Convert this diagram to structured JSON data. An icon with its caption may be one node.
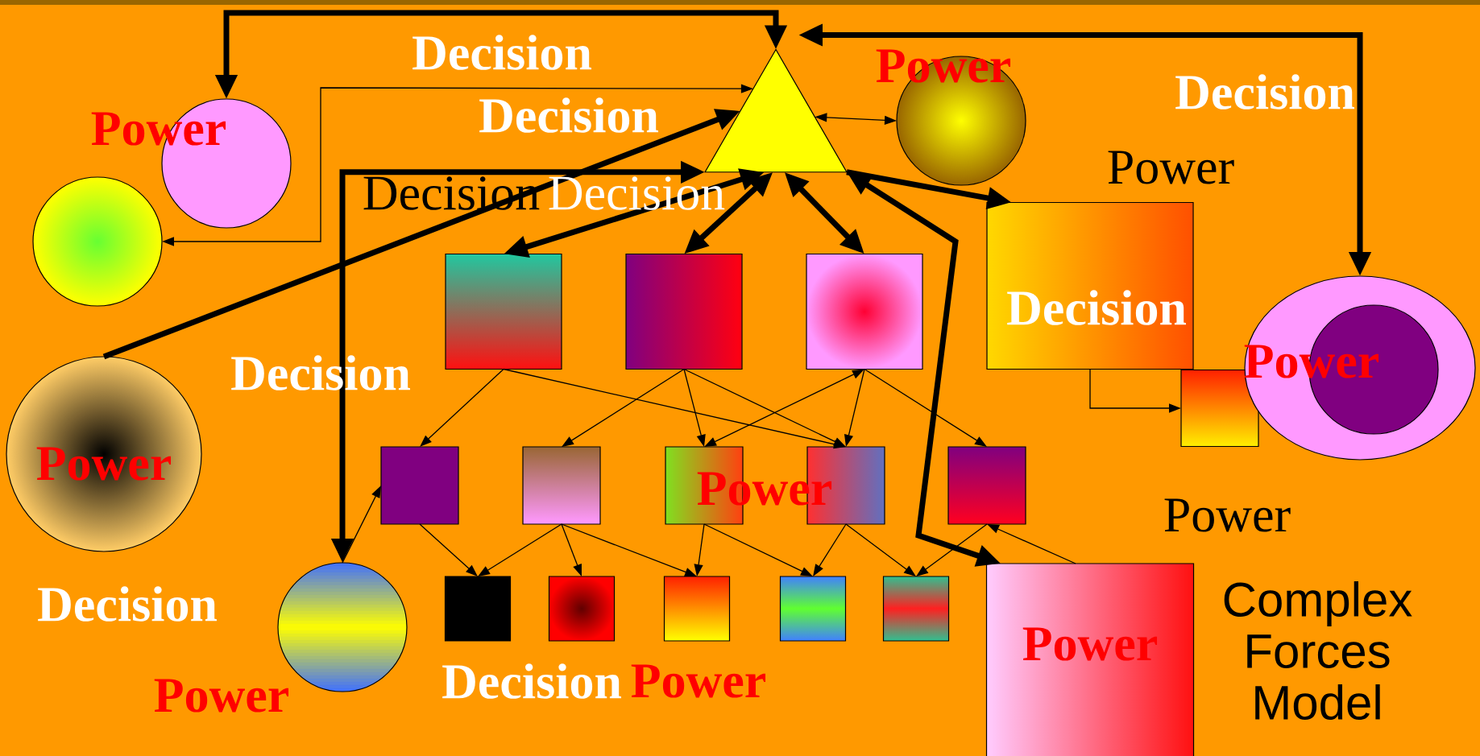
{
  "diagram": {
    "title": "Complex Forces Model",
    "nodes": [
      {
        "text": [],
        "shape": "triangle"
      },
      {
        "text": [],
        "shape": "circle"
      },
      {
        "text": [],
        "shape": "circle"
      },
      {
        "text": [],
        "shape": "circle"
      },
      {
        "text": [
          "Decision"
        ]
      },
      {
        "text": [],
        "shape": "box"
      },
      {
        "text": [
          "Power"
        ]
      },
      {
        "text": [],
        "shape": "box"
      },
      {
        "text": [],
        "shape": "box"
      },
      {
        "text": [],
        "shape": "box"
      },
      {
        "text": [
          "Power"
        ]
      },
      {
        "text": [],
        "shape": "box"
      },
      {
        "text": [],
        "shape": "box"
      },
      {
        "text": [],
        "shape": "box"
      },
      {
        "text": [],
        "shape": "box"
      },
      {
        "text": [],
        "shape": "box"
      },
      {
        "text": [],
        "shape": "circle"
      },
      {
        "text": [],
        "shape": "box"
      },
      {
        "text": [],
        "shape": "box"
      },
      {
        "text": [],
        "shape": "box"
      },
      {
        "text": [],
        "shape": "box"
      },
      {
        "text": [],
        "shape": "box"
      },
      {
        "text": [
          "Power"
        ]
      }
    ],
    "edges": [
      {
        "from": 0,
        "to": 1,
        "arrow": "both",
        "style": "thick"
      },
      {
        "from": 0,
        "to": 2,
        "arrow": "both"
      },
      {
        "from": 10,
        "to": 0,
        "arrow": "to",
        "style": "thick"
      },
      {
        "from": 0,
        "to": 16,
        "arrow": "both",
        "style": "thick"
      },
      {
        "from": 0,
        "to": 7,
        "arrow": "both",
        "style": "thick"
      },
      {
        "from": 0,
        "to": 8,
        "arrow": "both",
        "style": "thick"
      },
      {
        "from": 0,
        "to": 9,
        "arrow": "both",
        "style": "thick"
      },
      {
        "from": 0,
        "to": 22,
        "arrow": "both",
        "style": "thick"
      },
      {
        "from": 0,
        "to": 3,
        "arrow": "both"
      },
      {
        "from": 0,
        "to": 4,
        "arrow": "to",
        "style": "thick"
      },
      {
        "from": 0,
        "to": 6,
        "arrow": "both",
        "style": "thick"
      },
      {
        "from": 4,
        "to": 5,
        "arrow": "to"
      },
      {
        "from": 16,
        "to": 11,
        "arrow": "to"
      },
      {
        "from": 22,
        "to": 15,
        "arrow": "to"
      },
      {
        "from": 7,
        "to": 11,
        "arrow": "to"
      },
      {
        "from": 7,
        "to": 14,
        "arrow": "to"
      },
      {
        "from": 8,
        "to": 12,
        "arrow": "to"
      },
      {
        "from": 8,
        "to": 13,
        "arrow": "to"
      },
      {
        "from": 8,
        "to": 14,
        "arrow": "to"
      },
      {
        "from": 9,
        "to": 13,
        "arrow": "both"
      },
      {
        "from": 9,
        "to": 14,
        "arrow": "to"
      },
      {
        "from": 9,
        "to": 15,
        "arrow": "to"
      },
      {
        "from": 11,
        "to": 17,
        "arrow": "to"
      },
      {
        "from": 12,
        "to": 17,
        "arrow": "to"
      },
      {
        "from": 12,
        "to": 18,
        "arrow": "to"
      },
      {
        "from": 12,
        "to": 19,
        "arrow": "to"
      },
      {
        "from": 13,
        "to": 19,
        "arrow": "to"
      },
      {
        "from": 13,
        "to": 20,
        "arrow": "to"
      },
      {
        "from": 14,
        "to": 20,
        "arrow": "to"
      },
      {
        "from": 14,
        "to": 21,
        "arrow": "to"
      },
      {
        "from": 15,
        "to": 21,
        "arrow": "to"
      }
    ],
    "labels": [
      "Decision",
      "Power",
      "Power",
      "Decision",
      "Decision",
      "Decision",
      "Decision",
      "Power",
      "Decision",
      "Power",
      "Power",
      "Decision",
      "Power",
      "Decision",
      "Power"
    ]
  }
}
